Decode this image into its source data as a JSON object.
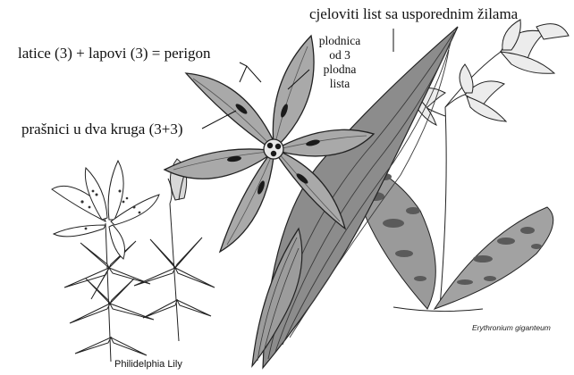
{
  "labels": {
    "leaf": "cjeloviti list sa usporednim žilama",
    "perigon": "latice (3) + lapovi (3) = perigon",
    "stamens": "prašnici u dva kruga (3+3)",
    "ovary_line1": "plodnica",
    "ovary_line2": "od 3",
    "ovary_line3": "plodna",
    "ovary_line4": "lista"
  },
  "captions": {
    "left_plant": "Philidelphia Lily",
    "right_plant": "Erythronium giganteum"
  },
  "colors": {
    "petal_fill": "#a9a9a9",
    "petal_dark": "#7a7a7a",
    "leaf_fill": "#8c8c8c",
    "stamen": "#1a1a1a",
    "line": "#111111",
    "background": "#ffffff"
  }
}
